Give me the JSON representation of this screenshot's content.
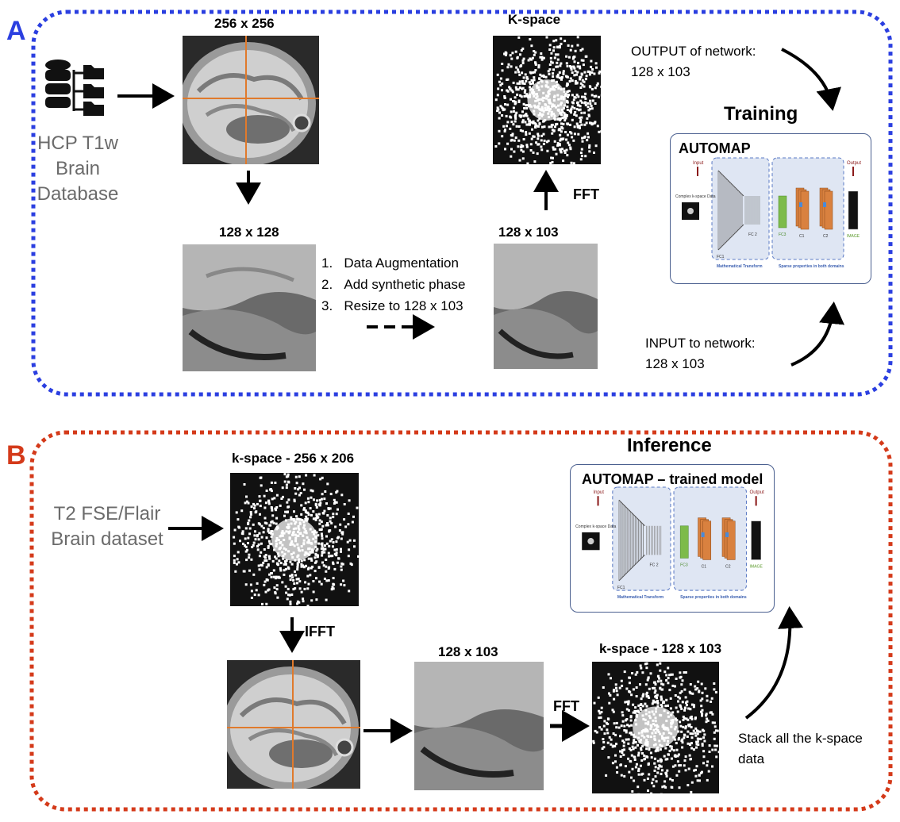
{
  "panel_a": {
    "letter": "A",
    "database_label": [
      "HCP T1w",
      "Brain",
      "Database"
    ],
    "image_256_label": "256 x 256",
    "image_128_label": "128 x 128",
    "image_128x103_label": "128 x 103",
    "kspace_label": "K-space",
    "fft_label": "FFT",
    "steps": [
      "Data Augmentation",
      "Add synthetic  phase",
      "Resize to 128 x 103"
    ],
    "output_label_1": "OUTPUT of network:",
    "output_label_2": "128 x 103",
    "input_label_1": "INPUT to network:",
    "input_label_2": "128 x 103",
    "training_heading": "Training",
    "model_title": "AUTOMAP"
  },
  "panel_b": {
    "letter": "B",
    "dataset_label": [
      "T2 FSE/Flair",
      "Brain dataset"
    ],
    "kspace_256_label": "k-space - 256 x 206",
    "ifft_label": "IFFT",
    "image_128x103_label": "128 x 103",
    "fft_label": "FFT",
    "kspace_128_label": "k-space - 128 x 103",
    "stack_label_1": "Stack all the k-space",
    "stack_label_2": "data",
    "inference_heading": "Inference",
    "model_title": "AUTOMAP – trained model"
  },
  "model_diagram": {
    "input": "Input",
    "output": "Output",
    "complex_kspace": "Complex k-space Data",
    "fc1": "FC1",
    "fc2": "FC 2",
    "fc3": "FC3",
    "c1": "C1",
    "c2": "C2",
    "image": "IMAGE",
    "math_transform": "Mathematical Transform",
    "sparse": "Sparse properties in both domains"
  },
  "colors": {
    "panel_a_border": "#2b3fe0",
    "panel_b_border": "#d43a1a",
    "crosshair": "#e07a2c",
    "model_box_border": "#4a5f8f",
    "gray_text": "#6b6b6b"
  }
}
